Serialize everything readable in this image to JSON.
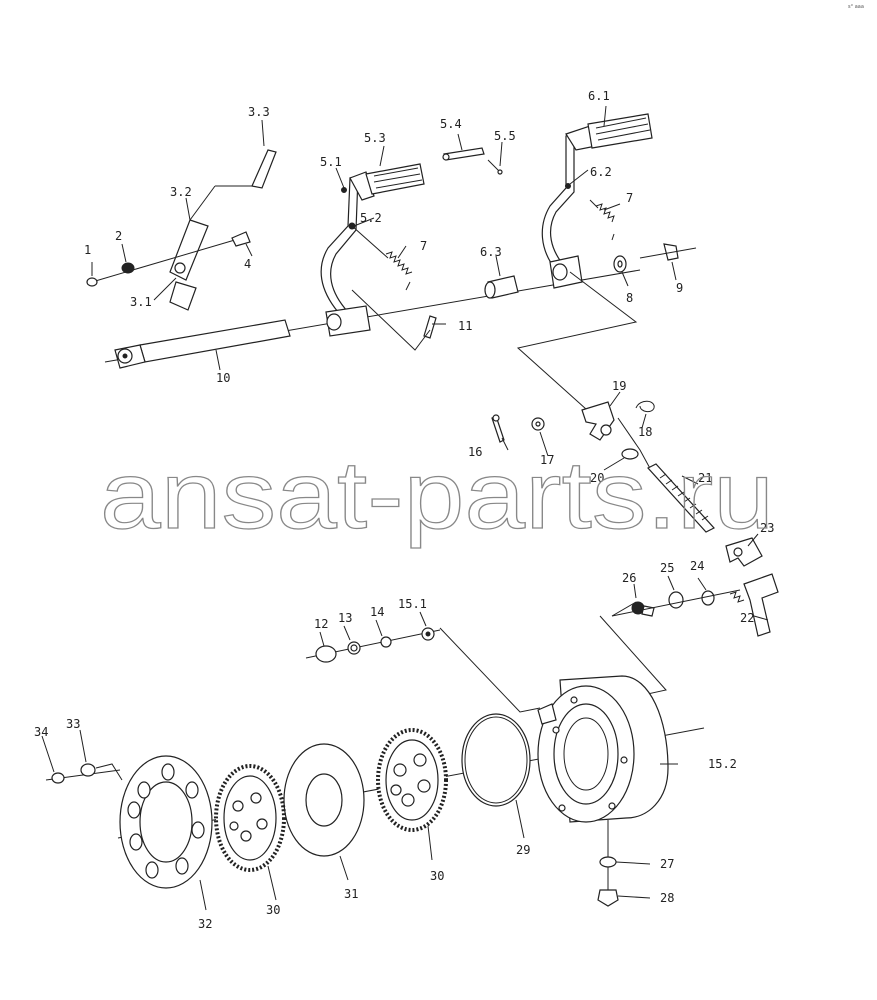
{
  "watermark": "ansat-parts.ru",
  "corner_mark": "s° aaa",
  "labels": {
    "l1": "1",
    "l2": "2",
    "l3_1": "3.1",
    "l3_2": "3.2",
    "l3_3": "3.3",
    "l4": "4",
    "l5_1": "5.1",
    "l5_2": "5.2",
    "l5_3": "5.3",
    "l5_4": "5.4",
    "l5_5": "5.5",
    "l6_1": "6.1",
    "l6_2": "6.2",
    "l6_3": "6.3",
    "l7a": "7",
    "l7b": "7",
    "l8": "8",
    "l9": "9",
    "l10": "10",
    "l11": "11",
    "l12": "12",
    "l13": "13",
    "l14": "14",
    "l15_1": "15.1",
    "l15_2": "15.2",
    "l16": "16",
    "l17": "17",
    "l18": "18",
    "l19": "19",
    "l20": "20",
    "l21": "21",
    "l22": "22",
    "l23": "23",
    "l24": "24",
    "l25": "25",
    "l26": "26",
    "l27": "27",
    "l28": "28",
    "l29": "29",
    "l30a": "30",
    "l30b": "30",
    "l31": "31",
    "l32": "32",
    "l33": "33",
    "l34": "34"
  }
}
